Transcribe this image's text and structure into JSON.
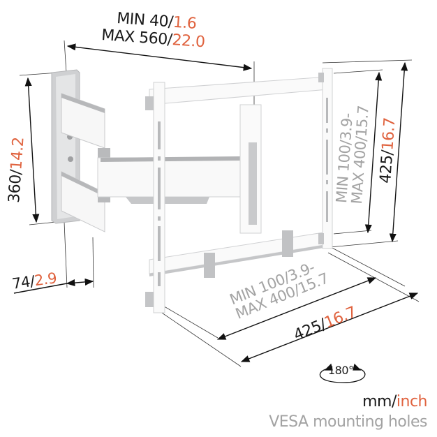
{
  "colors": {
    "text": "#1a1a1a",
    "accent": "#e0633f",
    "grey_text": "#a3a3a3",
    "mount_white": "#fafafa",
    "mount_grey": "#c8c9cb"
  },
  "dimensions": {
    "depth": {
      "line1_prefix": "MIN 40/",
      "line1_value": "1.6",
      "line2_prefix": "MAX 560/",
      "line2_value": "22.0"
    },
    "wall_plate_height": {
      "mm": "360/",
      "inch": "14.2"
    },
    "wall_plate_depth": {
      "mm": "74/",
      "inch": "2.9"
    },
    "vesa_vertical": {
      "line1": "MIN 100/3.9-",
      "line2": "MAX 400/15.7"
    },
    "height_total": {
      "mm": "425/",
      "inch": "16.7"
    },
    "vesa_horizontal": {
      "line1": "MIN 100/3.9-",
      "line2": "MAX 400/15.7"
    },
    "width_total": {
      "mm": "425/",
      "inch": "16.7"
    }
  },
  "rotation": {
    "label": "180°",
    "icon": "rotate-icon"
  },
  "legend": {
    "units_prefix": "mm/",
    "units_accent": "inch",
    "vesa_note": "VESA mounting holes"
  }
}
